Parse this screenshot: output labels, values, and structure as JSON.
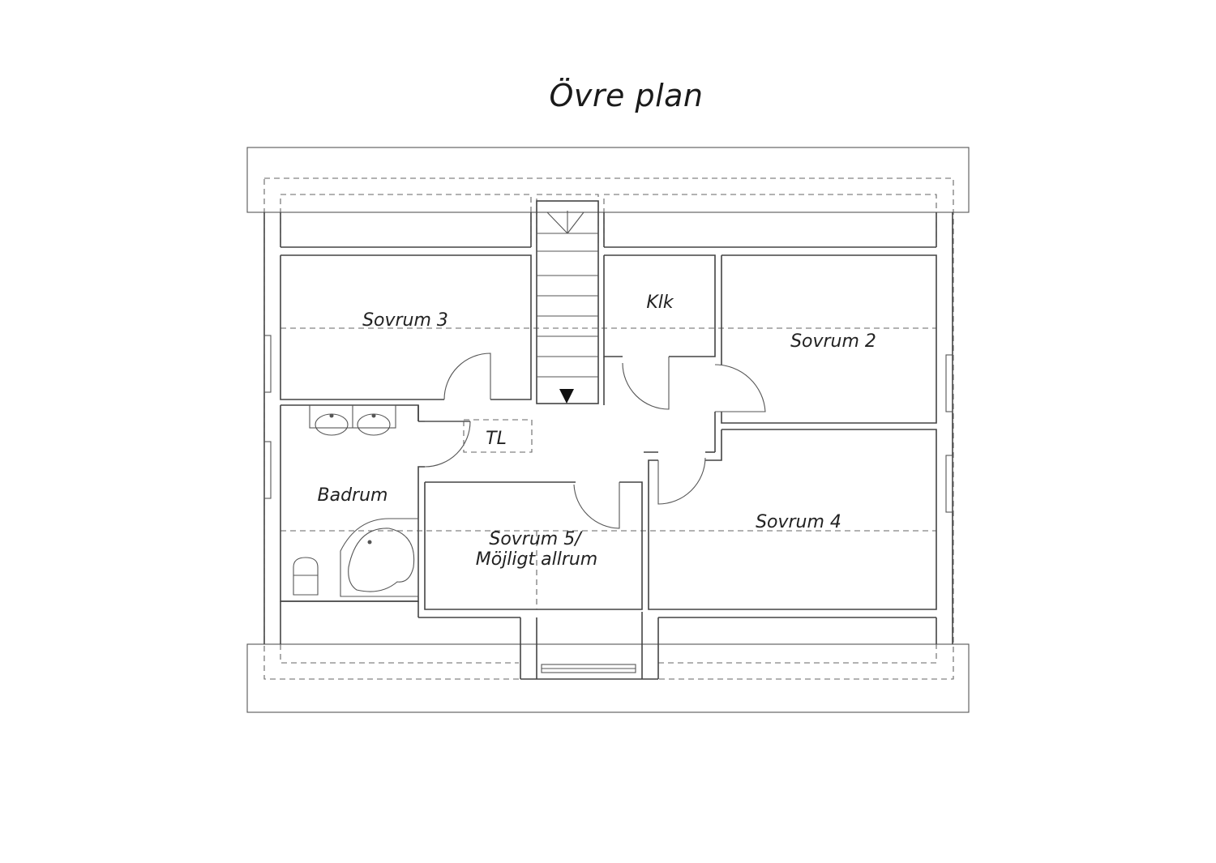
{
  "title": "Övre plan",
  "rooms": {
    "sovrum3": "Sovrum  3",
    "klk": "Klk",
    "sovrum2": "Sovrum 2",
    "tl": "TL",
    "badrum": "Badrum",
    "sovrum5_line1": "Sovrum 5/",
    "sovrum5_line2": "Möjligt allrum",
    "sovrum4": "Sovrum 4"
  },
  "colors": {
    "line": "#444444",
    "text": "#222222",
    "background": "#ffffff"
  }
}
